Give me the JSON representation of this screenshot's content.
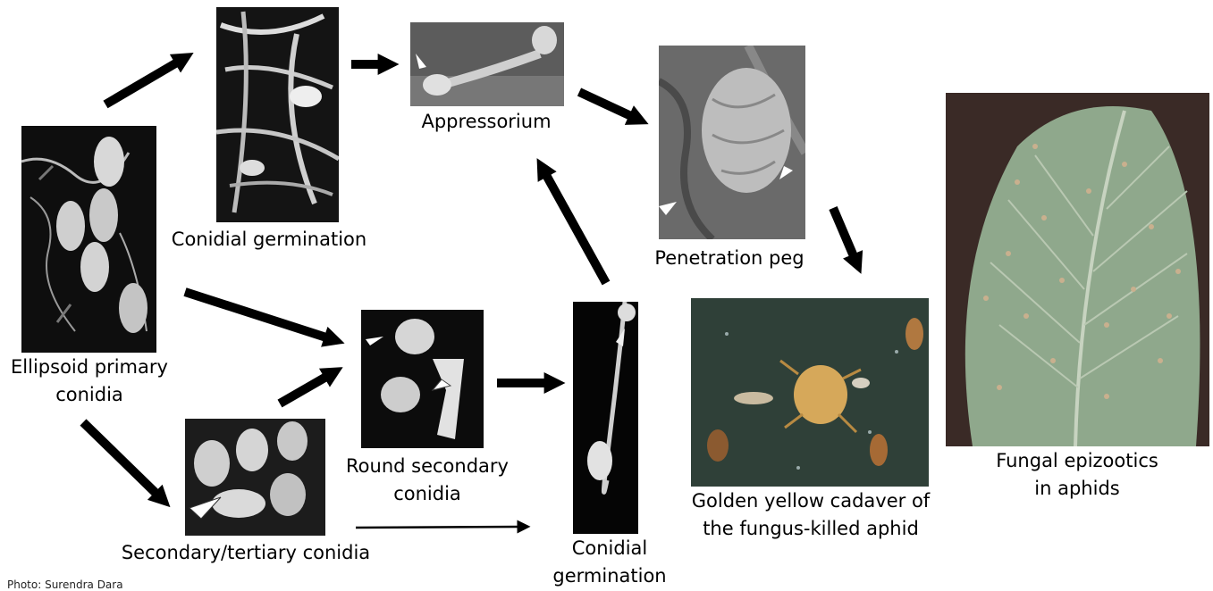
{
  "labels": {
    "ellipsoid_primary": [
      "Ellipsoid primary",
      "conidia"
    ],
    "conidial_germination_top": "Conidial germination",
    "appressorium": "Appressorium",
    "penetration_peg": "Penetration peg",
    "round_secondary": [
      "Round secondary",
      "conidia"
    ],
    "secondary_tertiary": "Secondary/tertiary conidia",
    "conidial_germination_bottom": [
      "Conidial",
      "germination"
    ],
    "golden_cadaver": [
      "Golden yellow cadaver of",
      "the fungus-killed aphid"
    ],
    "fungal_epizootics": [
      "Fungal epizootics",
      "in aphids"
    ]
  },
  "credit": "Photo: Surendra Dara",
  "colors": {
    "arrow": "#000000",
    "leaf": "#8fa88c",
    "spots": "#c9b08e",
    "cadaver": "#d6a85a",
    "micrograph_bg": "#1a1a1a"
  }
}
